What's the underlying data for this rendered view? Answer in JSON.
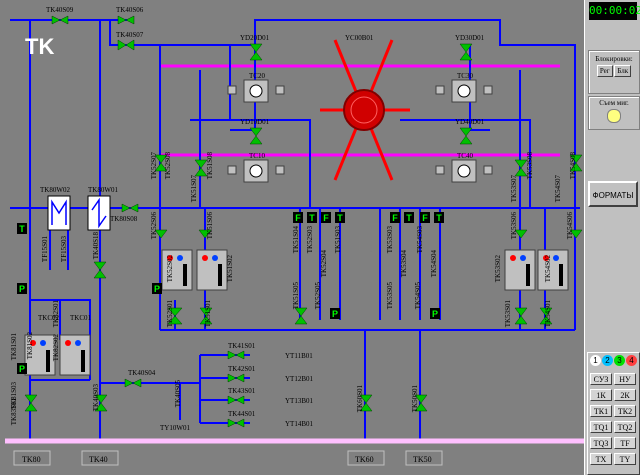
{
  "unit_title": "TK",
  "clock": "00:00:02",
  "sidebar": {
    "blocking_label": "Блокировки:",
    "reg_label": "Рег",
    "blk_label": "Блк",
    "removal_label": "Съем миг.",
    "formats_button": "ФОРМАТЫ"
  },
  "keypad": {
    "tabs": [
      "1",
      "2",
      "3",
      "4"
    ],
    "tab_colors": [
      "#ffffff",
      "#00c0ff",
      "#00e000",
      "#ff4040"
    ],
    "keys": [
      "СУЗ",
      "НУ",
      "1К",
      "2К",
      "ТК1",
      "ТК2",
      "ТQ1",
      "ТQ2",
      "ТQ3",
      "ТF",
      "ТХ",
      "ТY"
    ]
  },
  "colors": {
    "background": "#808080",
    "pipe": "#0000ff",
    "magenta_line": "#ff00ff",
    "red_line": "#ff0000",
    "valve_green": "#00c000",
    "bus": "#ffc0ff"
  },
  "top_valves": [
    "TK40S09",
    "TK40S06",
    "TK40S07"
  ],
  "headers": [
    "YD20D01",
    "YC00B01",
    "YD30D01",
    "YD10D01",
    "YD40D01"
  ],
  "pumps": [
    "TC20",
    "TC30",
    "TC10",
    "TC40"
  ],
  "heat_exchangers": [
    "TK80W02",
    "TK80W01"
  ],
  "heat_exchanger_valve": "TK80S08",
  "side_labels": [
    "TF15S01",
    "TF15S03",
    "TK40S18"
  ],
  "vertical_valves": [
    "TK52S07",
    "TK52S08",
    "TK51S07",
    "TK51S08",
    "TK53S07",
    "TK53S08",
    "TK54S07",
    "TK54S08",
    "TK52S06",
    "TK51S06",
    "TK53S06",
    "TK54S06",
    "TK51S04",
    "TK52S03",
    "TK52S04",
    "TK51S03",
    "TK53S03",
    "TK53S04",
    "TK54S03",
    "TK54S04",
    "TK51S05",
    "TK52S05",
    "TK53S05",
    "TK54S05",
    "TK52S02",
    "TK51S02",
    "TK53S02",
    "TK54S02",
    "TK52S01",
    "TK51S01",
    "TK53S01",
    "TK54S01"
  ],
  "filters": [
    "TKC02",
    "TKC01"
  ],
  "filter_valves": [
    "TK81S01",
    "TK82S01",
    "TK81S02",
    "TK82S02",
    "TK81S03",
    "TK83S01"
  ],
  "lower_valves": [
    "TK40S04",
    "TK40S05",
    "TK40S03",
    "TK41S01",
    "TK42S01",
    "TK43S01",
    "TK44S01",
    "TK60S01",
    "TK50S01"
  ],
  "consumers": [
    "YT11B01",
    "YT12B01",
    "YT13B01",
    "YT14B01"
  ],
  "tank": "TY10W01",
  "flags": [
    "T",
    "P",
    "F"
  ],
  "bus_labels": [
    "TK80",
    "TK40",
    "TK60",
    "TK50"
  ]
}
